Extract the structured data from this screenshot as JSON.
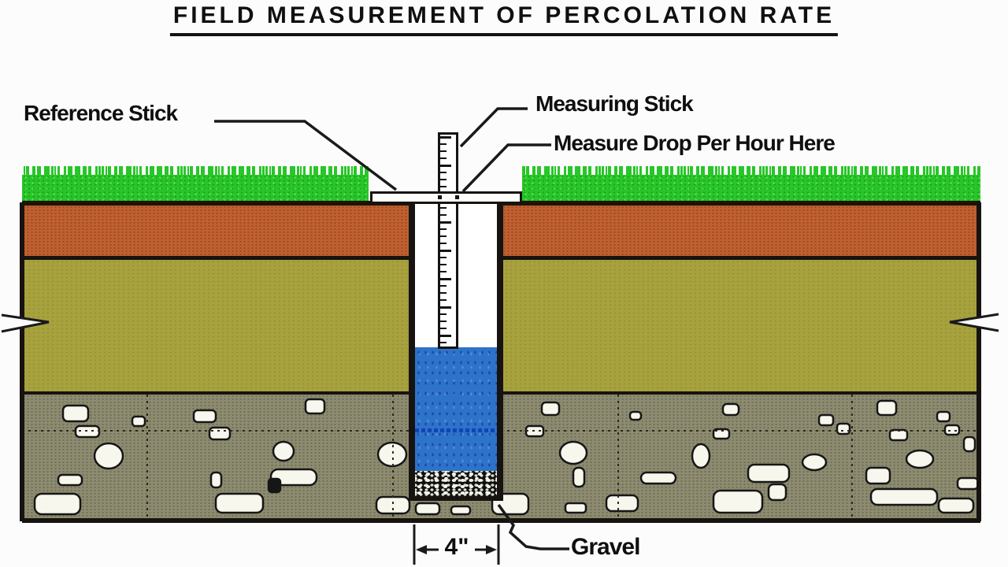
{
  "title": "FIELD MEASUREMENT OF PERCOLATION RATE",
  "labels": {
    "reference_stick": "Reference Stick",
    "measuring_stick": "Measuring Stick",
    "measure_drop": "Measure Drop Per Hour Here",
    "gravel": "Gravel",
    "hole_width": "4\""
  },
  "colors": {
    "grass": "#28c628",
    "topsoil": "#c06030",
    "subsoil": "#a7a23d",
    "rocky_layer": "#8d8b70",
    "water": "#2d73c9",
    "line": "#171310",
    "background": "#fcfcfc"
  }
}
